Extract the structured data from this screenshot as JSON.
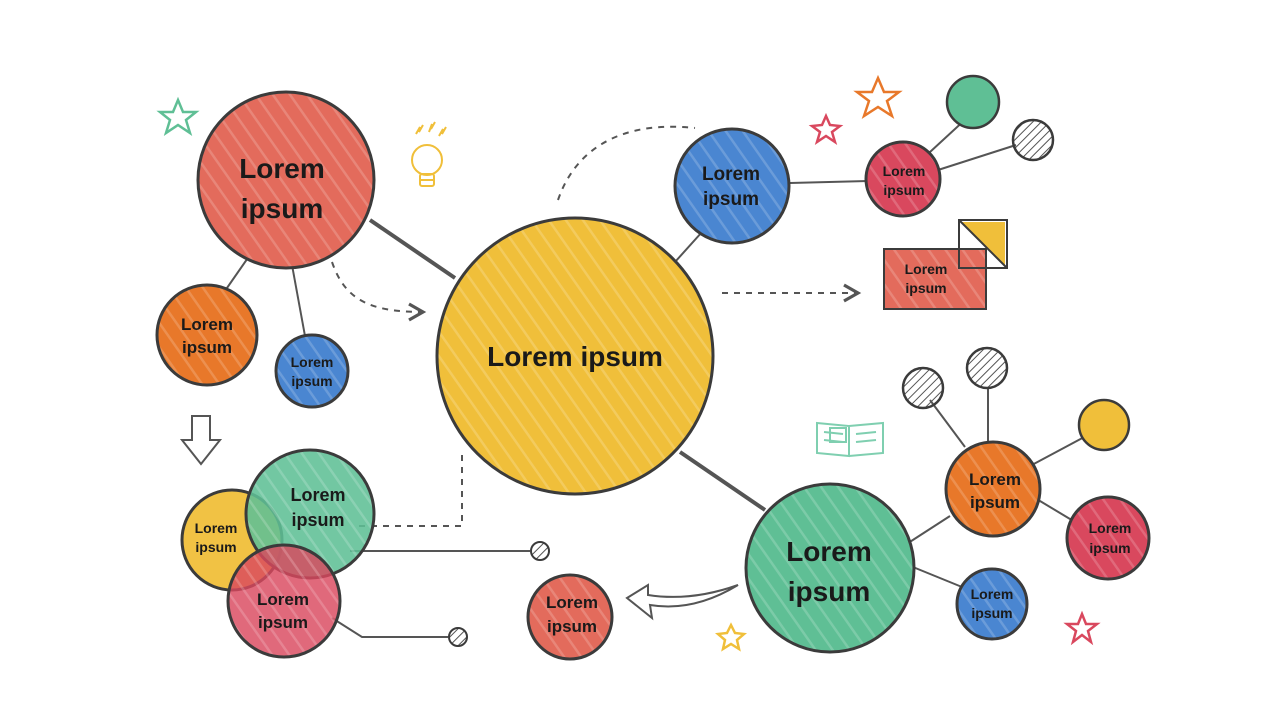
{
  "colors": {
    "yellow": "#f0bf3a",
    "red": "#e36b5c",
    "orange": "#e8782a",
    "blue": "#4a86d1",
    "green": "#5fbf95",
    "crimson": "#d9485e",
    "outline": "#3b3b3b"
  },
  "center": {
    "label": "Lorem ipsum"
  },
  "nodes": {
    "top_left_main": {
      "line1": "Lorem",
      "line2": "ipsum"
    },
    "left_orange": {
      "line1": "Lorem",
      "line2": "ipsum"
    },
    "left_blue": {
      "line1": "Lorem",
      "line2": "ipsum"
    },
    "top_right_blue": {
      "line1": "Lorem",
      "line2": "ipsum"
    },
    "top_right_red": {
      "line1": "Lorem",
      "line2": "ipsum"
    },
    "right_box": {
      "line1": "Lorem",
      "line2": "ipsum"
    },
    "venn_green": {
      "line1": "Lorem",
      "line2": "ipsum"
    },
    "venn_yellow": {
      "line1": "Lorem",
      "line2": "ipsum"
    },
    "venn_red": {
      "line1": "Lorem",
      "line2": "ipsum"
    },
    "bottom_red": {
      "line1": "Lorem",
      "line2": "ipsum"
    },
    "bottom_green": {
      "line1": "Lorem",
      "line2": "ipsum"
    },
    "br_orange": {
      "line1": "Lorem",
      "line2": "ipsum"
    },
    "br_red": {
      "line1": "Lorem",
      "line2": "ipsum"
    },
    "br_blue": {
      "line1": "Lorem",
      "line2": "ipsum"
    }
  },
  "icons": [
    "lightbulb-icon",
    "book-icon",
    "star-icon",
    "down-arrow-icon",
    "curved-arrow-icon"
  ]
}
